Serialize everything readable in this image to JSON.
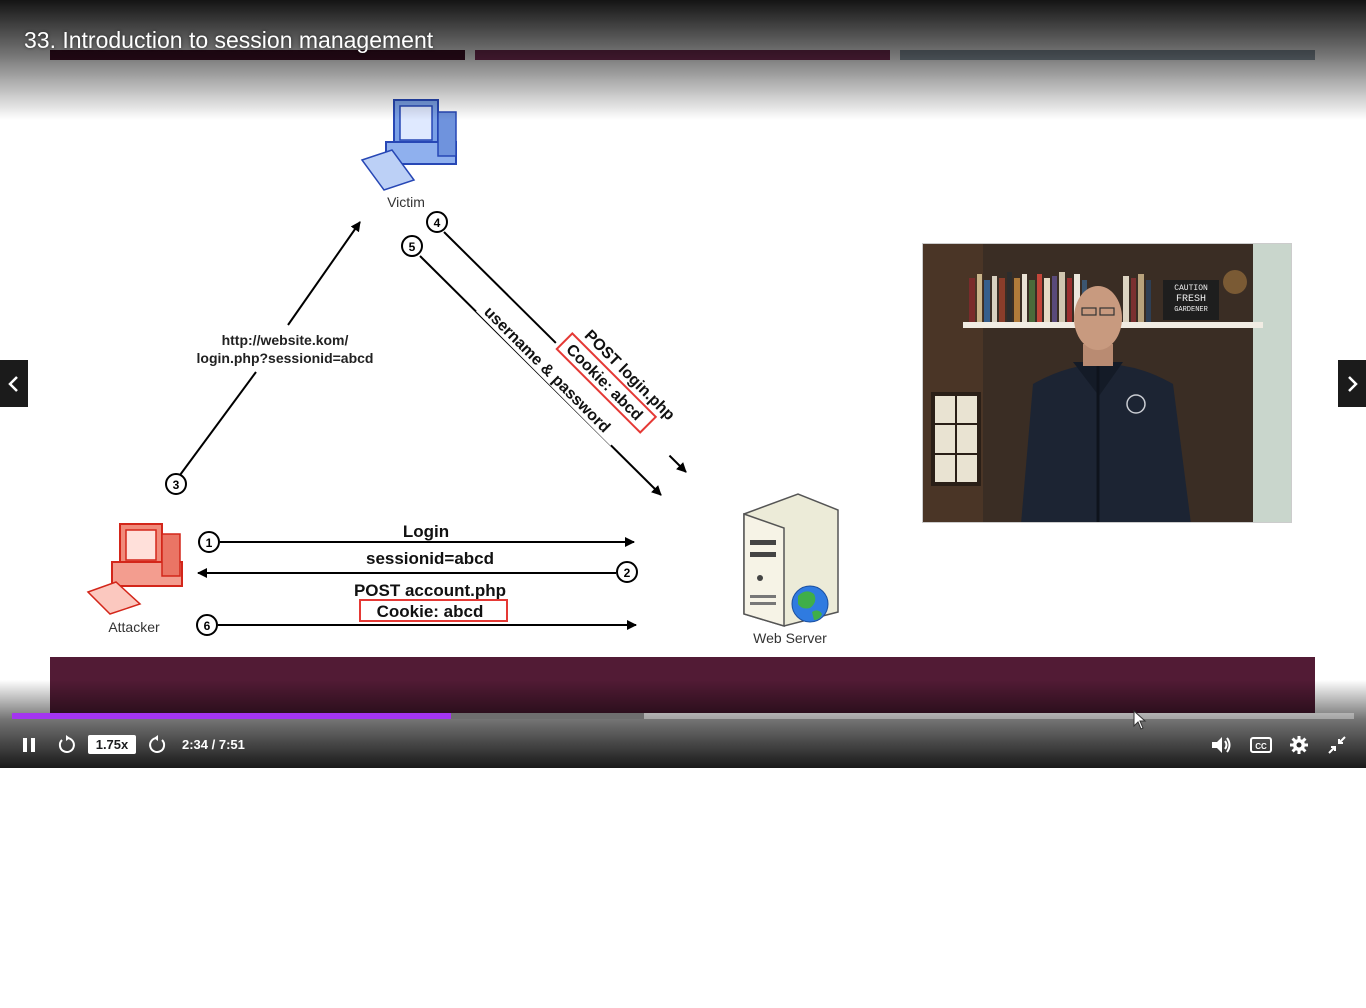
{
  "lecture": {
    "title": "33. Introduction to session management"
  },
  "slide": {
    "nodes": {
      "victim": "Victim",
      "attacker": "Attacker",
      "web_server": "Web Server"
    },
    "steps": [
      "1",
      "2",
      "3",
      "4",
      "5",
      "6"
    ],
    "labels": {
      "url_line1": "http://website.kom/",
      "url_line2": "login.php?sessionid=abcd",
      "post_login": "POST login.php",
      "cookie_victim": "Cookie: abcd",
      "credentials": "username & password",
      "login": "Login",
      "sessionid": "sessionid=abcd",
      "post_account": "POST account.php",
      "cookie_attacker": "Cookie: abcd"
    },
    "colors": {
      "bar_dark": "#3f0f26",
      "bar_mid": "#7a2e57",
      "bar_grey": "#8d9aa5",
      "footer": "#521b35",
      "cookie_box": "#e53935"
    }
  },
  "webcam": {
    "sign_line1": "CAUTION",
    "sign_line2": "FRESH",
    "sign_line3": "GARDENER"
  },
  "player": {
    "speed": "1.75x",
    "time": "2:34 / 7:51",
    "progress_played_fraction": 0.327,
    "progress_buffered_fraction": 0.471,
    "accent": "#a435f0",
    "icons": {
      "pause": "pause-icon",
      "rewind": "rewind-icon",
      "forward": "forward-icon",
      "volume": "volume-icon",
      "captions": "captions-icon",
      "settings": "gear-icon",
      "exit_fullscreen": "exit-fullscreen-icon",
      "prev": "chevron-left-icon",
      "next": "chevron-right-icon"
    }
  }
}
